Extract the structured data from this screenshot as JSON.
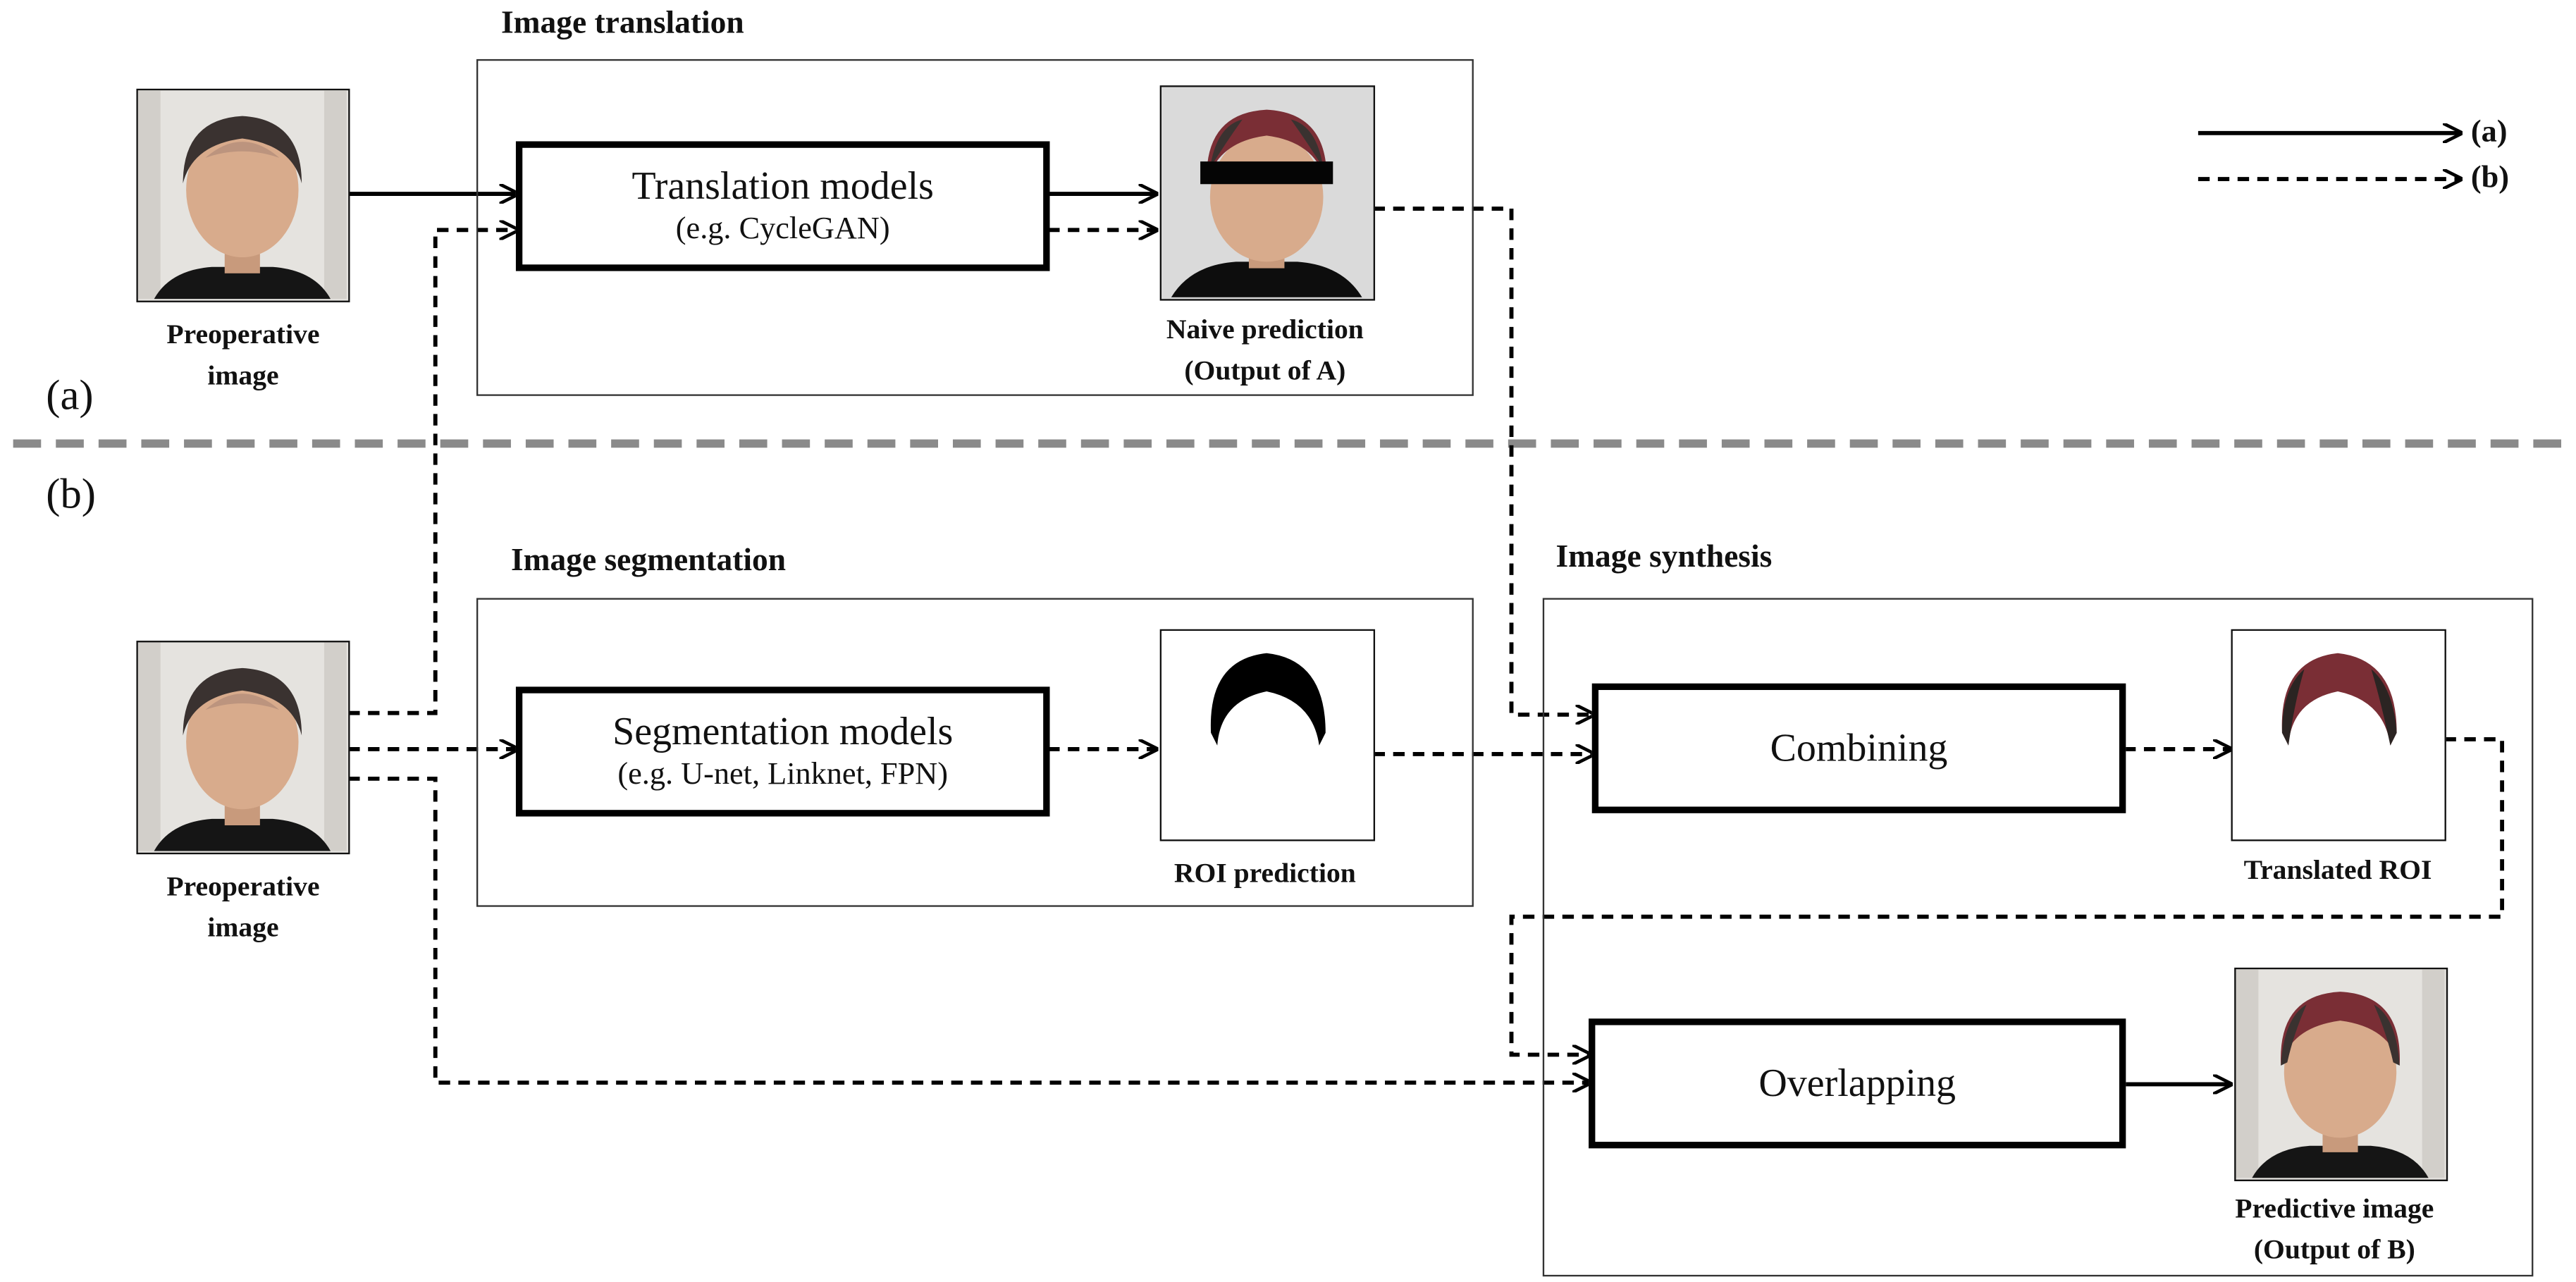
{
  "sections": {
    "translation": "Image translation",
    "segmentation": "Image segmentation",
    "synthesis": "Image synthesis"
  },
  "parts": {
    "a": "(a)",
    "b": "(b)"
  },
  "legend": [
    {
      "label": "(a)",
      "line": "solid"
    },
    {
      "label": "(b)",
      "line": "dashed"
    }
  ],
  "boxes": {
    "translation": {
      "title": "Translation models",
      "subtitle": "(e.g. CycleGAN)"
    },
    "segmentation": {
      "title": "Segmentation models",
      "subtitle": "(e.g. U-net, Linknet, FPN)"
    },
    "combining": {
      "title": "Combining"
    },
    "overlapping": {
      "title": "Overlapping"
    }
  },
  "captions": {
    "preop_top": [
      "Preoperative",
      "image"
    ],
    "naive": [
      "Naive prediction",
      "(Output of A)"
    ],
    "preop_bottom": [
      "Preoperative",
      "image"
    ],
    "roi": [
      "ROI prediction"
    ],
    "translated_roi": [
      "Translated ROI"
    ],
    "predictive": [
      "Predictive image",
      "(Output of B)"
    ]
  },
  "colors": {
    "face": "#d8ab8c",
    "hair": "#3a3230",
    "transplant_hair": "#7a2e35",
    "photo_bg": "#e5e3df",
    "divider": "#8a8a8a"
  }
}
